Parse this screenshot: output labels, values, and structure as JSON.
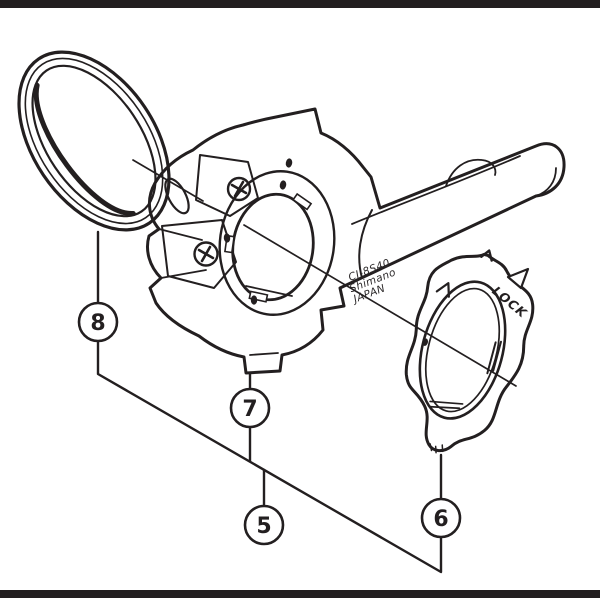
{
  "colors": {
    "background": "#ffffff",
    "line": "#231f20"
  },
  "diagram": {
    "callouts": [
      {
        "label": "8"
      },
      {
        "label": "7"
      },
      {
        "label": "5"
      },
      {
        "label": "6"
      }
    ],
    "markings": {
      "model": "CJ-8S40",
      "brand": "Shimano",
      "origin": "JAPAN"
    },
    "lock_ring": {
      "label": "LOCK"
    }
  }
}
